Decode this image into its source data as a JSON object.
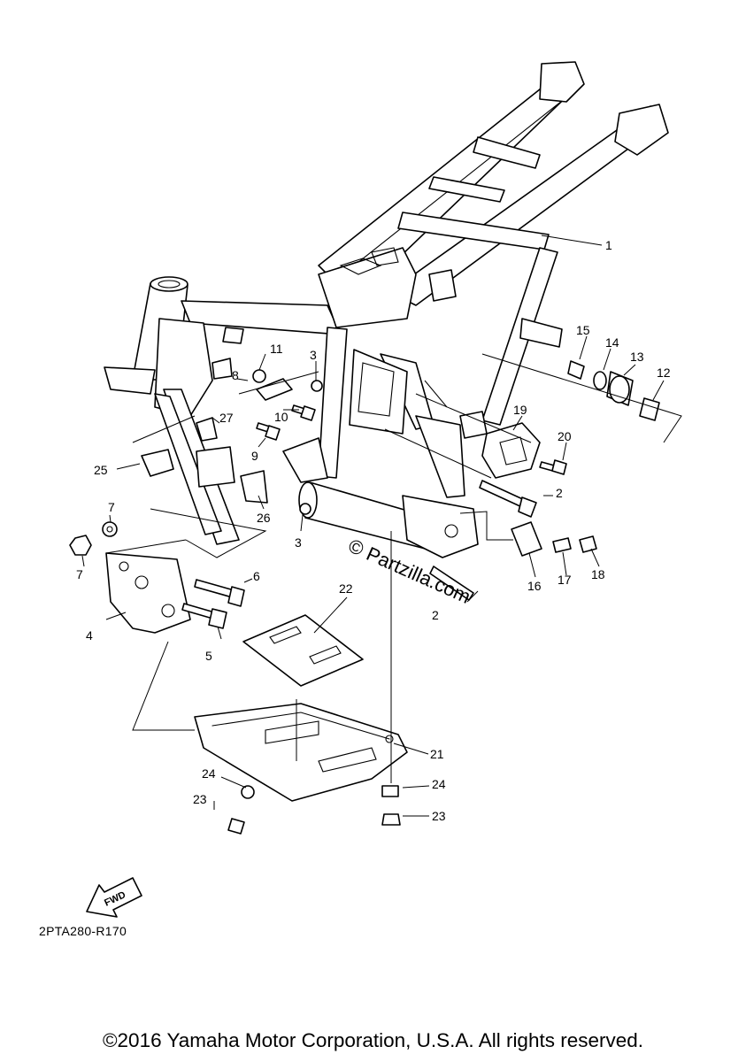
{
  "diagram": {
    "part_code": "2PTA280-R170",
    "copyright": "©2016 Yamaha Motor Corporation, U.S.A. All rights reserved.",
    "watermark": "© Partzilla.com",
    "fwd_label": "FWD",
    "callouts": [
      "1",
      "2",
      "2",
      "3",
      "3",
      "4",
      "5",
      "6",
      "7",
      "7",
      "8",
      "9",
      "10",
      "11",
      "12",
      "13",
      "14",
      "15",
      "16",
      "17",
      "18",
      "19",
      "20",
      "21",
      "22",
      "23",
      "23",
      "24",
      "24",
      "25",
      "26",
      "27"
    ]
  }
}
